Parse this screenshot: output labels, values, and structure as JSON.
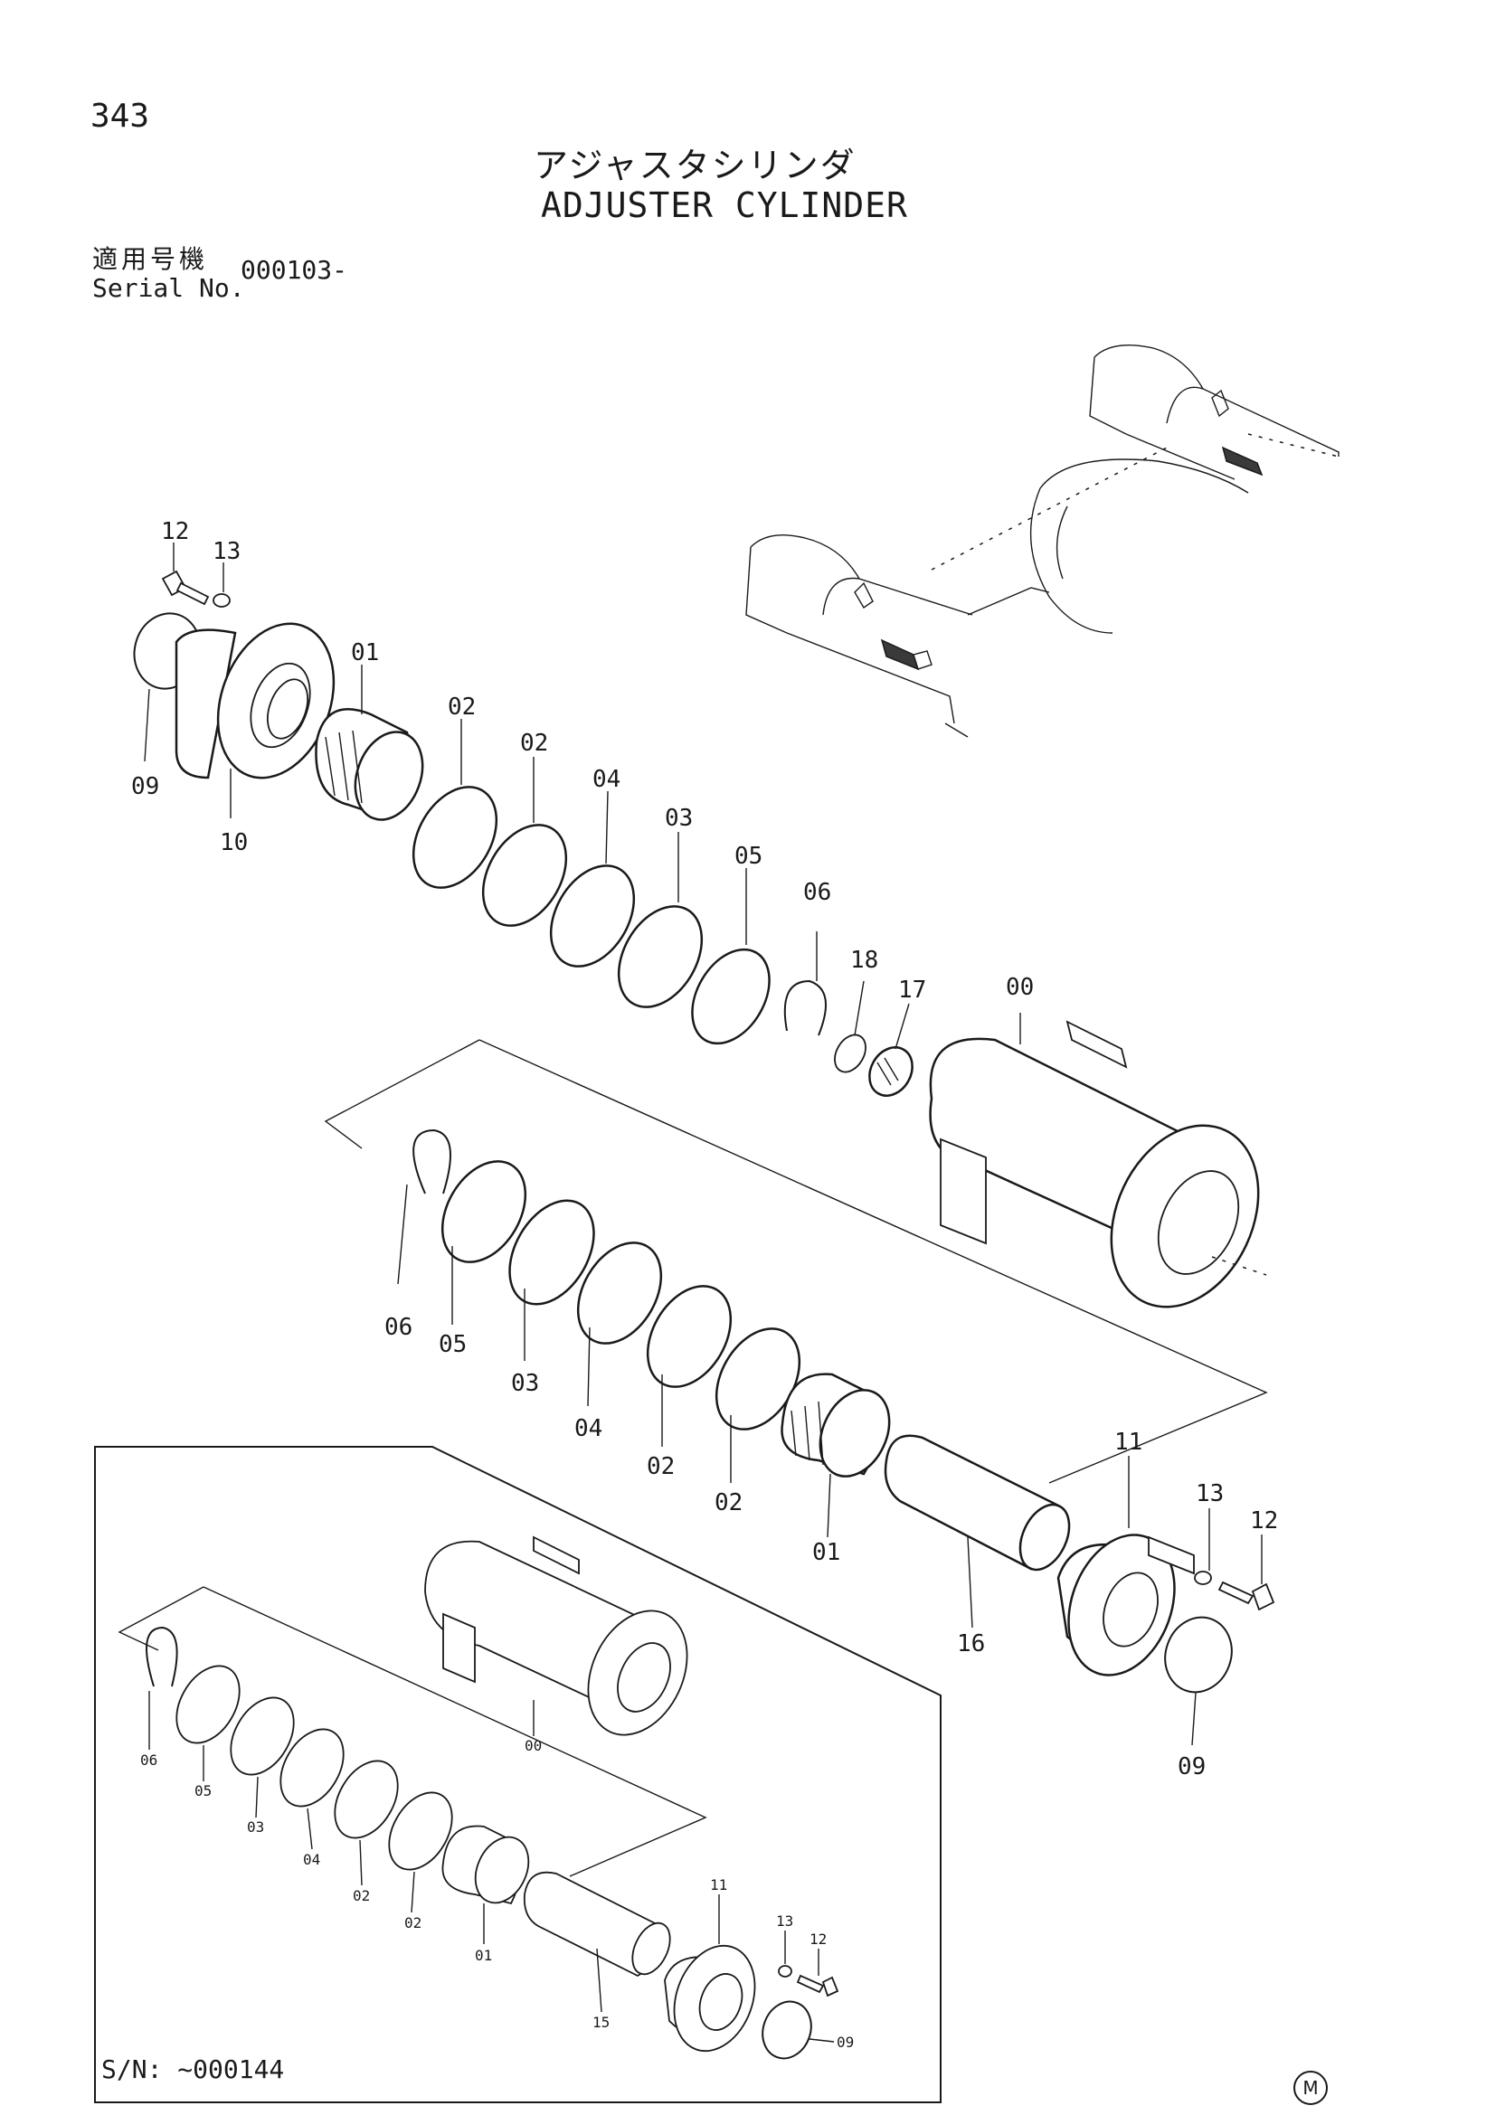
{
  "header": {
    "page_number": "343",
    "title_jp": "アジャスタシリンダ",
    "title_en": "ADJUSTER CYLINDER",
    "serial_label_jp": "適用号機",
    "serial_label_en": "Serial No.",
    "serial_value": "000103-"
  },
  "upper_callouts": {
    "p12": "12",
    "p13": "13",
    "p09": "09",
    "p10": "10",
    "p01": "01",
    "p02a": "02",
    "p02b": "02",
    "p04": "04",
    "p03": "03",
    "p05": "05",
    "p06": "06",
    "p18": "18",
    "p17": "17",
    "p00": "00"
  },
  "middle_callouts": {
    "p06": "06",
    "p05": "05",
    "p03": "03",
    "p04": "04",
    "p02a": "02",
    "p02b": "02",
    "p01": "01",
    "p16": "16",
    "p11": "11",
    "p13": "13",
    "p12": "12",
    "p09": "09"
  },
  "inset": {
    "serial_range": "S/N: ~000144",
    "callouts": {
      "p06": "06",
      "p05": "05",
      "p03": "03",
      "p04": "04",
      "p02a": "02",
      "p02b": "02",
      "p01": "01",
      "p00": "00",
      "p15": "15",
      "p11": "11",
      "p13": "13",
      "p12": "12",
      "p09": "09"
    }
  },
  "footer": {
    "maker_mark": "M"
  }
}
